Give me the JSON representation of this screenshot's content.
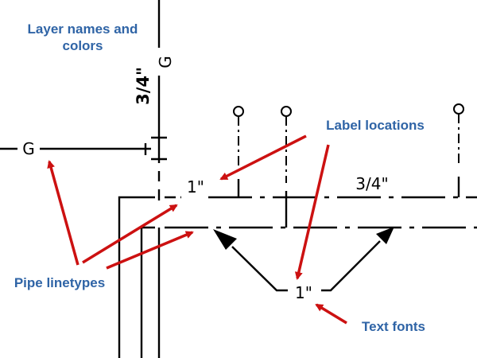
{
  "callouts": {
    "layer_names_line1": "Layer names and",
    "layer_names_line2": "colors",
    "label_locations": "Label locations",
    "pipe_linetypes": "Pipe linetypes",
    "text_fonts": "Text fonts"
  },
  "drawing_labels": {
    "gas_tag_vertical": "G",
    "gas_tag_horizontal": "G",
    "size_vertical": "3/4\"",
    "size_one_inch_upper": "1\"",
    "size_three_quarter": "3/4\"",
    "size_one_inch_lower": "1\""
  },
  "colors": {
    "callout_text": "#2f64a6",
    "arrow": "#cc1111",
    "linework": "#000000"
  }
}
